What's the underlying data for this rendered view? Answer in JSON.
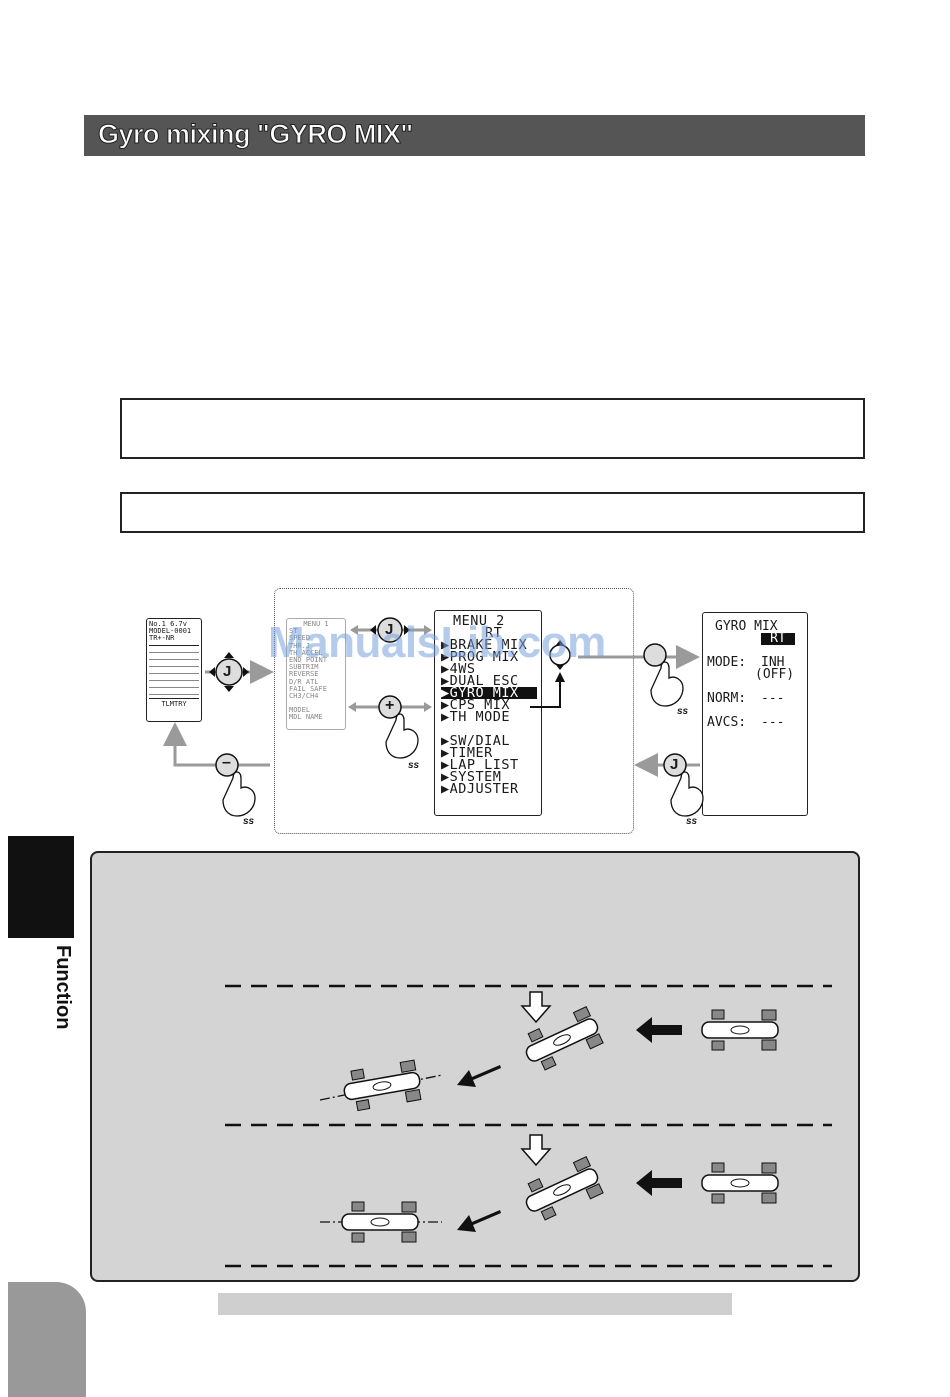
{
  "header": {
    "title": "Gyro mixing \"GYRO MIX\""
  },
  "side": {
    "section_label": "Function"
  },
  "watermark": "ManualsLib.com",
  "home_screen": {
    "line1": "No.1   6.7v",
    "line2": "MODEL-0001",
    "line3": "TR+-NR",
    "footer": "TLMTRY"
  },
  "menu1": {
    "title": "MENU 1",
    "items": [
      "ST",
      "SPEED",
      "THR.J",
      "TH ACCEL",
      "END POINT",
      "SUBTRIM",
      "REVERSE",
      "D/R ATL",
      "FAIL SAFE",
      "CH3/CH4",
      "",
      "MODEL",
      "MDL NAME"
    ]
  },
  "menu2": {
    "title": "MENU 2",
    "items": [
      "RT",
      "BRAKE MIX",
      "PROG MIX",
      "4WS",
      "DUAL ESC",
      "GYRO MIX",
      "CPS MIX",
      "TH MODE",
      "",
      "SW/DIAL",
      "TIMER",
      "LAP LIST",
      "SYSTEM",
      "ADJUSTER"
    ],
    "selected": "GYRO MIX"
  },
  "gyro_screen": {
    "title": "GYRO MIX",
    "sub": "RT",
    "mode_label": "MODE:",
    "mode_value": "INH",
    "mode_state": "(OFF)",
    "norm_label": "NORM:",
    "norm_value": "---",
    "avcs_label": "AVCS:",
    "avcs_value": "---"
  },
  "buttons": {
    "j": "J",
    "plus": "+",
    "minus": "–",
    "ss": "ss"
  },
  "colors": {
    "title_bg": "#555555",
    "panel_bg": "#d4d4d4",
    "arrow_gray": "#9a9a9a"
  }
}
